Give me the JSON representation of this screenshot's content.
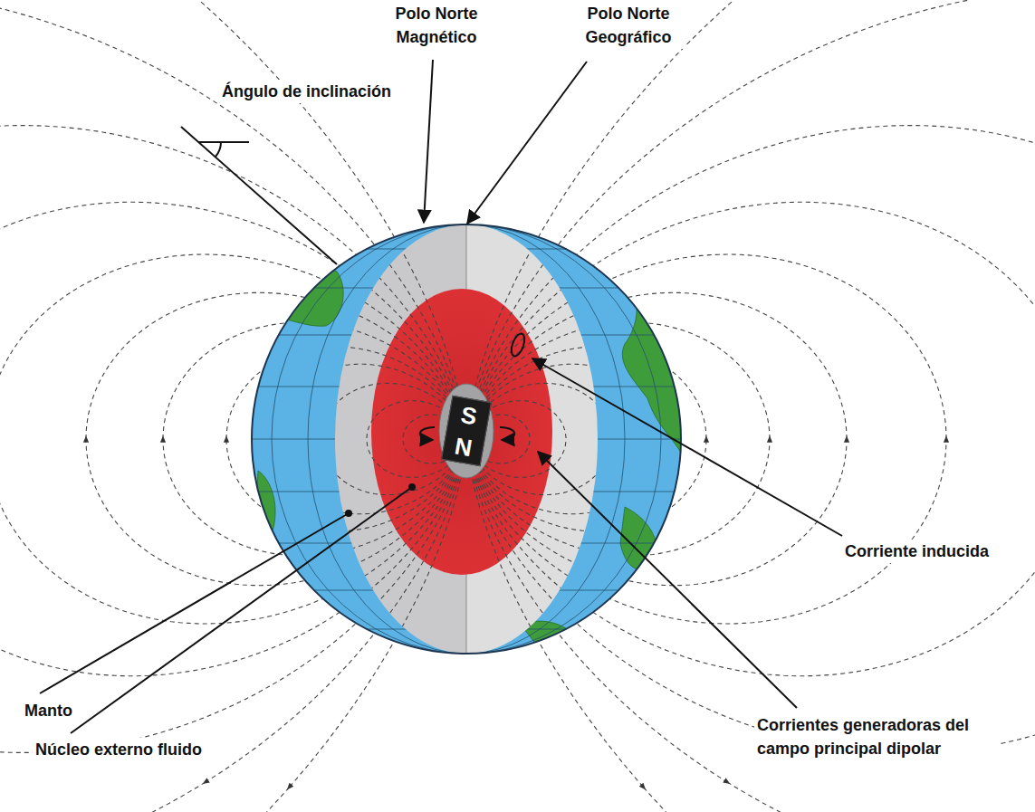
{
  "diagram": {
    "nodes": [
      {
        "text": [
          "S",
          "N"
        ]
      }
    ],
    "labels": [
      "Polo Norte Magnético",
      "Polo Norte Geográfico",
      "Ángulo de inclinación",
      "Corriente inducida",
      "Corrientes generadoras del campo principal dipolar",
      "Manto",
      "Núcleo externo fluido"
    ]
  }
}
